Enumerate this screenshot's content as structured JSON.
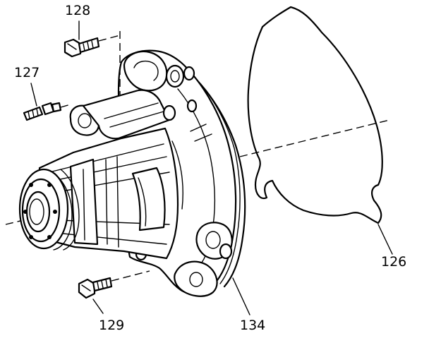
{
  "callouts": {
    "c126": "126",
    "c127": "127",
    "c128": "128",
    "c129": "129",
    "c134": "134"
  }
}
